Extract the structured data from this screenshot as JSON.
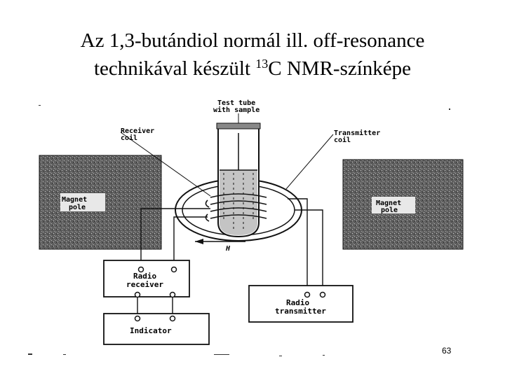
{
  "title": {
    "line1": "Az 1,3-butándiol normál ill. off-resonance",
    "line2_main": "technikával készült ",
    "line2_sup": "13",
    "line2_end": "C NMR-színképe"
  },
  "diagram": {
    "labels": {
      "test_tube_1": "Test tube",
      "test_tube_2": "with sample",
      "receiver_coil_1": "Receiver",
      "receiver_coil_2": "coil",
      "transmitter_coil_1": "Transmitter",
      "transmitter_coil_2": "coil",
      "magnet_pole_left_1": "Magnet",
      "magnet_pole_left_2": "pole",
      "magnet_pole_right_1": "Magnet",
      "magnet_pole_right_2": "pole",
      "field": "H",
      "radio_receiver_1": "Radio",
      "radio_receiver_2": "receiver",
      "radio_transmitter_1": "Radio",
      "radio_transmitter_2": "transmitter",
      "indicator": "Indicator"
    },
    "colors": {
      "ink": "#111111",
      "magnet_fill": "#6a6a6a",
      "paper": "#ffffff"
    }
  },
  "footer": {
    "page_number": "63"
  }
}
